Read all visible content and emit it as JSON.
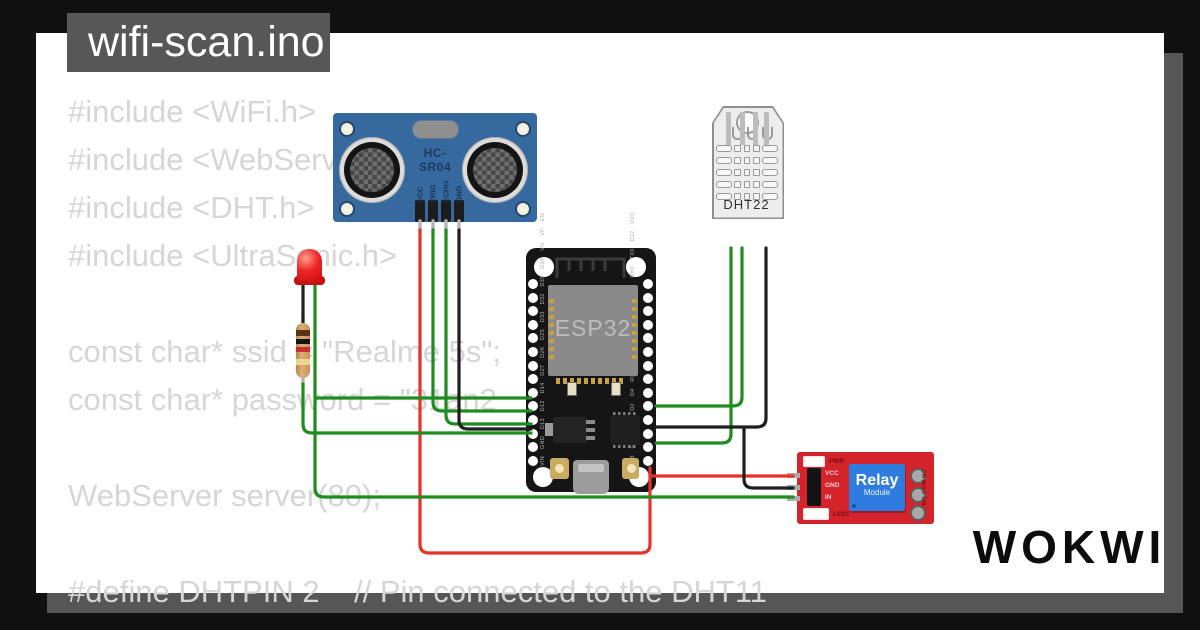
{
  "window": {
    "title": "wifi-scan.ino"
  },
  "code": {
    "lines": [
      "#include <WiFi.h>",
      "#include <WebServer.h>",
      "#include <DHT.h>",
      "#include <UltraSonic.h>",
      "",
      "const char* ssid = \"Realme 5s\";",
      "const char* password = \"31an2",
      "",
      "WebServer server(80);",
      "",
      "#define DHTPIN 2    // Pin connected to the DHT11"
    ]
  },
  "brand": {
    "logo_text": "WOKWI"
  },
  "components": {
    "hcsr04": {
      "label": "HC-SR04",
      "pins": [
        "VCC",
        "TRIG",
        "ECHO",
        "GND"
      ]
    },
    "dht22": {
      "label": "DHT22"
    },
    "esp32": {
      "label": "ESP32",
      "left_pin_labels": "VIN GND D13 D12 D14 D27 D26 D25 D33 D32 D35 D34 VN VP EN",
      "right_pin_labels": "3V3 GND D15 D2 D4 RX2 TX2 D5 D18 D19 D21 RX0 TX0 D22 D23"
    },
    "relay": {
      "module_title": "Relay",
      "module_subtitle": "Module",
      "pin_labels": [
        "VCC",
        "GND",
        "IN"
      ],
      "pwr_label": "PWR",
      "led_label": "LED1",
      "terminal_labels": "NO COM NC"
    }
  },
  "colors": {
    "wire_green": "#1e8c1e",
    "wire_red": "#e63228",
    "wire_black": "#1f1f1f",
    "hcsr04_blue": "#36699e",
    "relay_red": "#d5232b",
    "relay_blue": "#2e7ce0",
    "led_red": "#e21919",
    "panel_gray": "#565657",
    "frame_black": "#101010",
    "code_text": "#d6d6d6"
  }
}
